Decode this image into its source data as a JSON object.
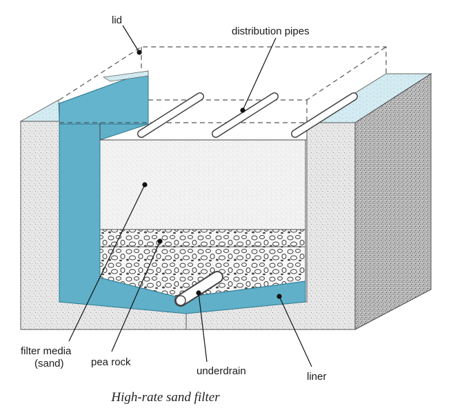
{
  "diagram": {
    "caption": "High-rate sand filter",
    "labels": {
      "lid": "lid",
      "distribution_pipes": "distribution pipes",
      "filter_media_line1": "filter media",
      "filter_media_line2": "(sand)",
      "pea_rock": "pea rock",
      "underdrain": "underdrain",
      "liner": "liner"
    },
    "colors": {
      "liner": "#5fb0c8",
      "liner_dark": "#3f8ea8",
      "soil": "#e6e6e6",
      "sand": "#f1f1f1",
      "water_surface": "#d5ecf3",
      "outline": "#444444",
      "dark_soil": "#8a8a8a"
    }
  }
}
